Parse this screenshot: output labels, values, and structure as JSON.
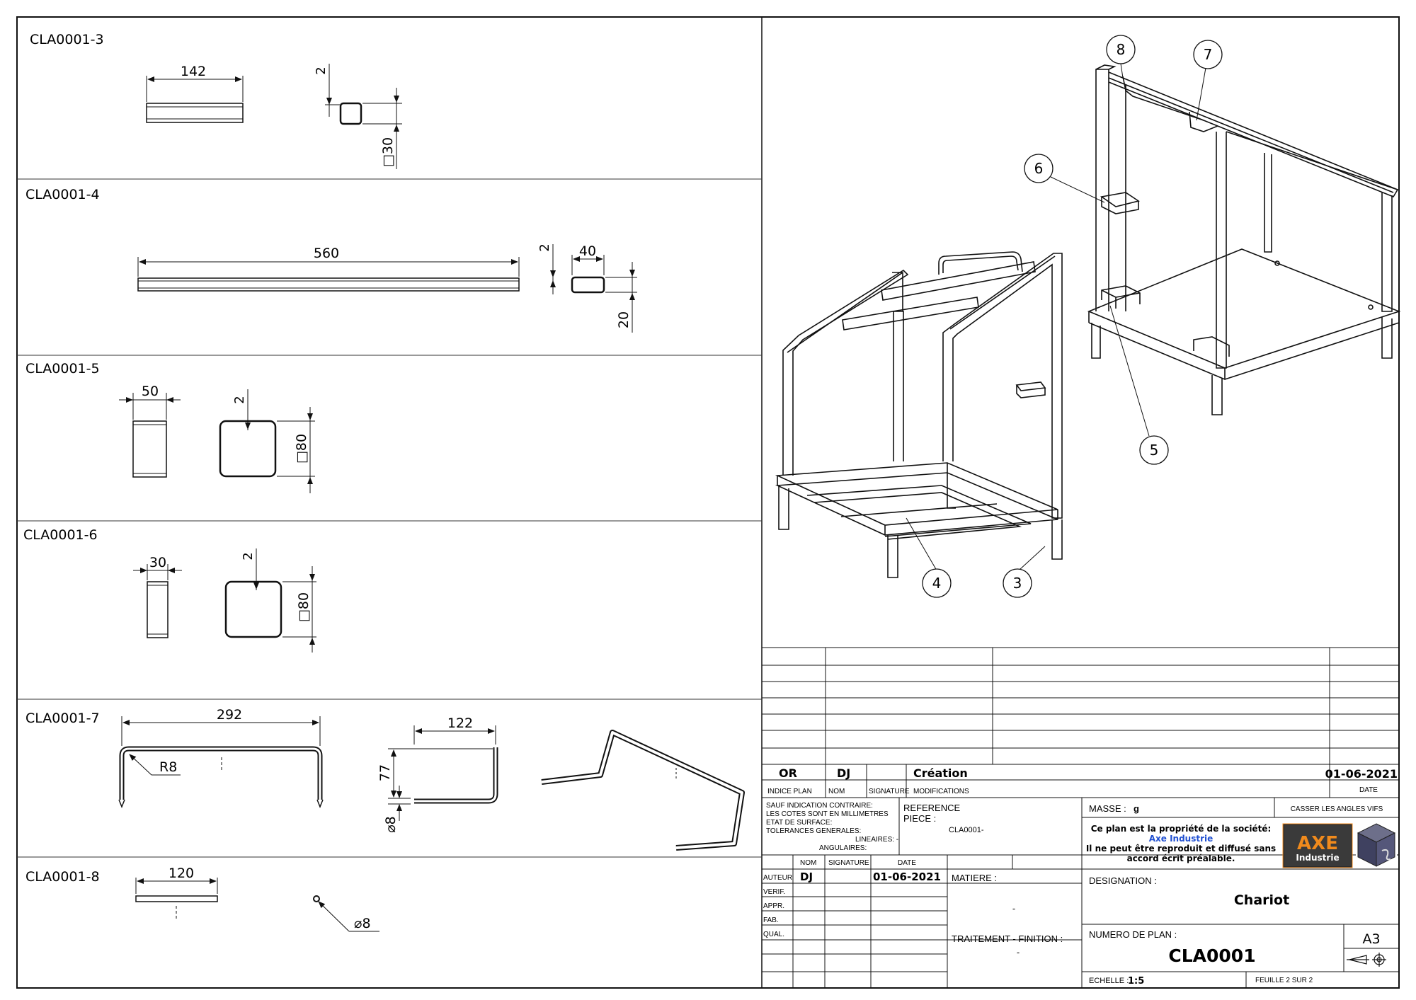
{
  "details": [
    {
      "id": "CLA0001-3",
      "length": "142",
      "thickness": "2",
      "section": "□30"
    },
    {
      "id": "CLA0001-4",
      "length": "560",
      "thickness": "2",
      "width": "40",
      "height": "20"
    },
    {
      "id": "CLA0001-5",
      "length": "50",
      "thickness": "2",
      "section": "□80"
    },
    {
      "id": "CLA0001-6",
      "length": "30",
      "thickness": "2",
      "section": "□80"
    },
    {
      "id": "CLA0001-7",
      "length": "292",
      "radius": "R8",
      "width": "122",
      "height": "77",
      "diameter": "⌀8"
    },
    {
      "id": "CLA0001-8",
      "length": "120",
      "diameter": "⌀8"
    }
  ],
  "balloons": [
    "8",
    "7",
    "6",
    "5",
    "4",
    "3"
  ],
  "revision": {
    "index": "OR",
    "name": "DJ",
    "modification": "Création",
    "date": "01-06-2021"
  },
  "headers": {
    "indice_plan": "INDICE PLAN",
    "nom": "NOM",
    "signature": "SIGNATURE",
    "modifications": "MODIFICATIONS",
    "date": "DATE"
  },
  "tolerances": {
    "lines": [
      "SAUF INDICATION CONTRAIRE:",
      "LES COTES SONT EN MILLIMETRES",
      "ETAT DE SURFACE:",
      "TOLERANCES GENERALES:"
    ],
    "lineaires": "LINEAIRES: -",
    "angulaires": "ANGULAIRES:"
  },
  "reference": {
    "label1": "REFERENCE",
    "label2": "PIECE :",
    "value": "CLA0001-"
  },
  "masse": {
    "label": "MASSE :",
    "value": "g"
  },
  "casser": "CASSER LES ANGLES VIFS",
  "property": {
    "line1": "Ce plan est la propriété de la société:",
    "company": "Axe Industrie",
    "line3": "Il ne peut être reproduit et diffusé sans",
    "line4": "accord écrit préalable."
  },
  "logo": {
    "big": "AXE",
    "small": "Industrie"
  },
  "sig_headers": {
    "nom": "NOM",
    "signature": "SIGNATURE",
    "date": "DATE"
  },
  "roles": [
    "AUTEUR",
    "VERIF.",
    "APPR.",
    "FAB.",
    "QUAL."
  ],
  "auteur": {
    "name": "DJ",
    "date": "01-06-2021"
  },
  "matiere": {
    "label": "MATIERE :",
    "value": "-"
  },
  "traitement": {
    "label": "TRAITEMENT - FINITION :",
    "value": "-"
  },
  "designation": {
    "label": "DESIGNATION :",
    "value": "Chariot"
  },
  "numero": {
    "label": "NUMERO DE PLAN :",
    "value": "CLA0001"
  },
  "format": "A3",
  "echelle": {
    "label": "ECHELLE :",
    "value": "1:5"
  },
  "feuille": "FEUILLE 2 SUR 2",
  "colors": {
    "line": "#111111",
    "company": "#1f4fd1",
    "logo_orange": "#f08a1c"
  }
}
